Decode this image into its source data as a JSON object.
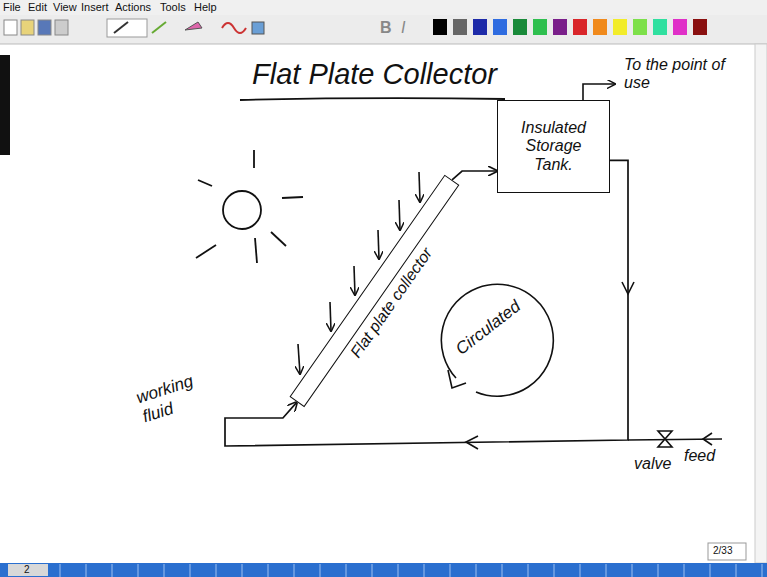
{
  "diagram": {
    "title": "Flat Plate Collector",
    "nodes": [
      {
        "text": [
          "Flat plate collector"
        ]
      },
      {
        "text": [
          "Insulated Storage Tank."
        ]
      }
    ],
    "edges": [
      {
        "from": 0,
        "to": 1,
        "arrow": "to"
      },
      {
        "from": 1,
        "to": 0,
        "arrow": "to"
      }
    ],
    "labels": [
      "File",
      "Edit",
      "View",
      "Insert",
      "Actions",
      "Tools",
      "Help",
      "B",
      "I",
      "To the point of use",
      "working fluid",
      "Circulated",
      "valve",
      "feed",
      "2/33",
      "2"
    ]
  }
}
